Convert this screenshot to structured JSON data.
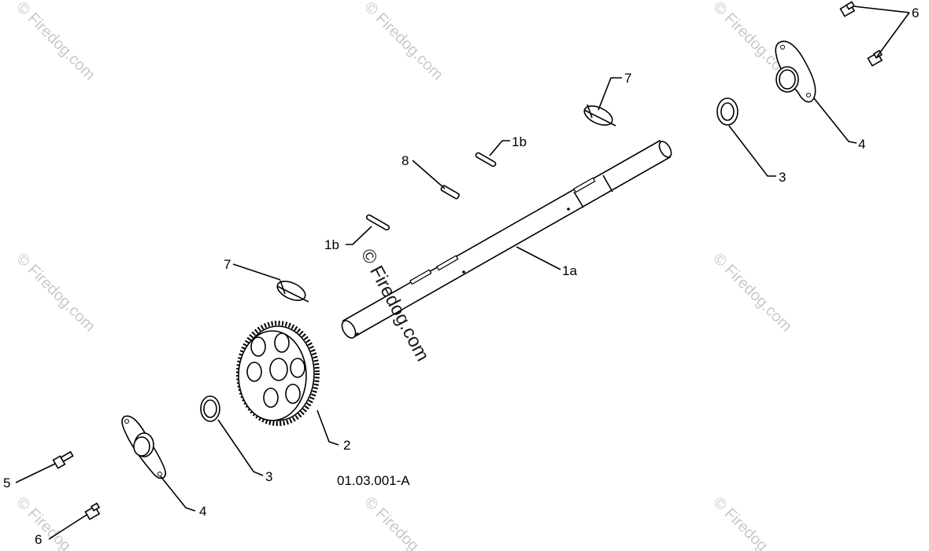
{
  "diagram": {
    "drawing_code": "01.03.001-A",
    "watermark": "© Firedog.com",
    "callouts": {
      "shaft": "1a",
      "pin_upper": "1b",
      "pin_lower": "1b",
      "gear": "2",
      "washer_right": "3",
      "washer_left": "3",
      "bearing_right": "4",
      "bearing_left": "4",
      "bolt_left": "5",
      "nut_top_right": "6",
      "nut_bottom_left": "6",
      "clip_right": "7",
      "clip_left": "7",
      "key": "8"
    }
  }
}
